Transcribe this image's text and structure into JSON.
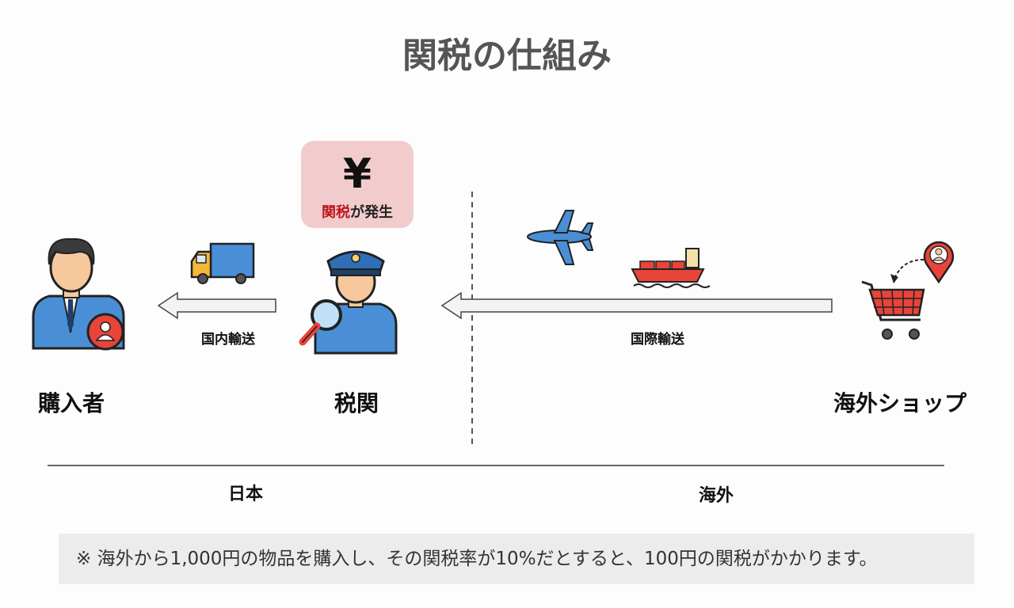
{
  "title": "関税の仕組み",
  "nodes": {
    "buyer": "購入者",
    "customs": "税関",
    "shop": "海外ショップ"
  },
  "callout": {
    "symbol": "¥",
    "text_red": "関税",
    "text_rest": "が発生"
  },
  "flows": {
    "domestic": "国内輸送",
    "international": "国際輸送"
  },
  "regions": {
    "japan": "日本",
    "overseas": "海外"
  },
  "note": "※ 海外から1,000円の物品を購入し、その関税率が10%だとすると、100円の関税がかかります。",
  "colors": {
    "blue": "#4a8fd6",
    "red": "#e8443a",
    "callout_bg": "#f2cccc",
    "callout_red": "#c0141c",
    "title_gray": "#555555"
  }
}
